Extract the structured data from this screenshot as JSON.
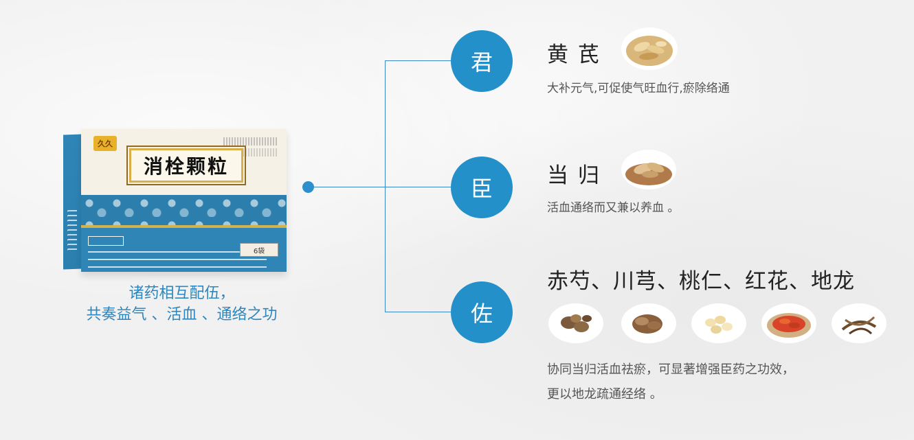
{
  "product": {
    "brand": "久久",
    "name": "消栓颗粒",
    "count": "6袋"
  },
  "caption": {
    "line1": "诸药相互配伍，",
    "line2": "共奏益气 、活血 、通络之功"
  },
  "roles": [
    {
      "badge": "君",
      "herbs": "黄 芪",
      "desc": "大补元气,可促使气旺血行,瘀除络通"
    },
    {
      "badge": "臣",
      "herbs": "当 归",
      "desc": "活血通络而又兼以养血 。"
    },
    {
      "badge": "佐",
      "herbs": "赤芍、川芎、桃仁、红花、地龙",
      "desc_line1": "协同当归活血祛瘀，可显著增强臣药之功效，",
      "desc_line2": "更以地龙疏通经络 。"
    }
  ],
  "colors": {
    "accent": "#2390c9",
    "caption": "#2e86be",
    "line": "#3b86c4"
  }
}
